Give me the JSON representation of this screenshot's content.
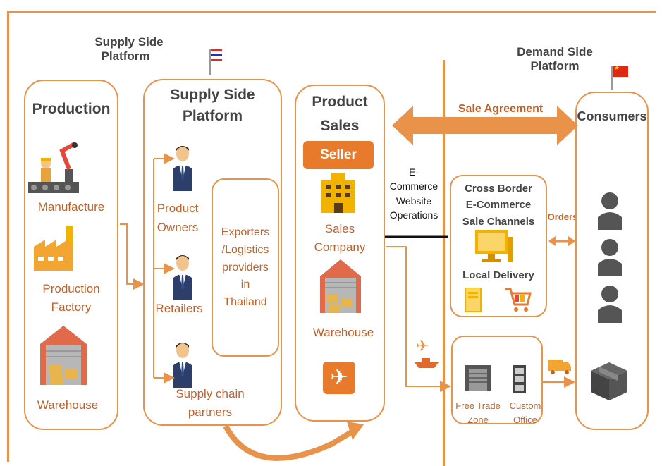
{
  "supply_header": {
    "line1": "Supply Side",
    "line2": "Platform"
  },
  "demand_header": {
    "line1": "Demand Side",
    "line2": "Platform"
  },
  "production": {
    "title": "Production",
    "manufacture": "Manufacture",
    "factory_line1": "Production",
    "factory_line2": "Factory",
    "warehouse": "Warehouse"
  },
  "supply_platform": {
    "title_line1": "Supply Side",
    "title_line2": "Platform",
    "product_owners_line1": "Product",
    "product_owners_line2": "Owners",
    "retailers": "Retailers",
    "supply_chain_line1": "Supply chain",
    "supply_chain_line2": "partners",
    "exporters": [
      "Exporters",
      "/Logistics",
      "providers",
      "in",
      "Thailand"
    ]
  },
  "product_sales": {
    "title_line1": "Product",
    "title_line2": "Sales",
    "seller": "Seller",
    "company_line1": "Sales",
    "company_line2": "Company",
    "warehouse": "Warehouse"
  },
  "ecommerce": [
    "E-",
    "Commerce",
    "Website",
    "Operations"
  ],
  "sale_agreement": "Sale Agreement",
  "cross_border": {
    "line1": "Cross Border",
    "line2": "E-Commerce",
    "line3": "Sale Channels",
    "local_delivery": "Local Delivery"
  },
  "orders": "Orders",
  "free_trade": {
    "line1": "Free Trade",
    "line2": "Zone"
  },
  "custom_office": {
    "line1": "Custom",
    "line2": "Office"
  },
  "consumers": "Consumers",
  "colors": {
    "accent": "#e8924a",
    "text_orange": "#c0612b",
    "seller_bg": "#e87a2c"
  }
}
